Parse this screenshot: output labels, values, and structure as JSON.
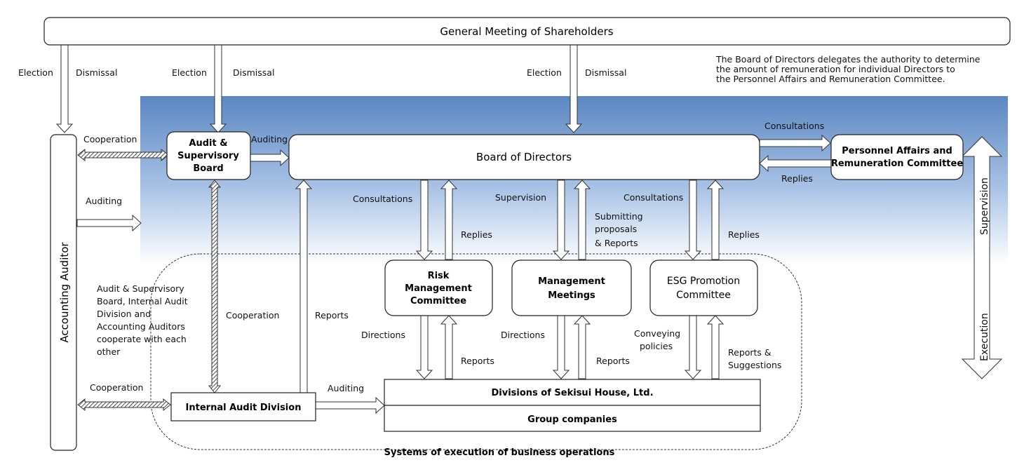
{
  "colors": {
    "band_top": "#5b87c2",
    "band_bottom": "#ffffff"
  },
  "shareholders": "General Meeting of Shareholders",
  "note": [
    "The Board of Directors delegates the authority to determine",
    "the amount of remuneration for individual Directors to",
    "the Personnel Affairs and Remuneration Committee."
  ],
  "boxes": {
    "accounting_auditor": "Accounting  Auditor",
    "audit_board": [
      "Audit &",
      "Supervisory",
      "Board"
    ],
    "board_of_directors": "Board of Directors",
    "personnel": [
      "Personnel Affairs and",
      "Remuneration Committee"
    ],
    "risk": [
      "Risk",
      "Management",
      "Committee"
    ],
    "management": [
      "Management",
      "Meetings"
    ],
    "esg": [
      "ESG Promotion",
      "Committee"
    ],
    "internal_audit": "Internal Audit Division",
    "divisions": "Divisions of  Sekisui House, Ltd.",
    "group": "Group companies"
  },
  "labels": {
    "election": "Election",
    "dismissal": "Dismissal",
    "cooperation": "Cooperation",
    "auditing": "Auditing",
    "consultations": "Consultations",
    "replies": "Replies",
    "supervision": "Supervision",
    "submitting": [
      "Submitting",
      "proposals",
      "& Reports"
    ],
    "reports": "Reports",
    "directions": "Directions",
    "conveying": [
      "Conveying",
      "policies"
    ],
    "reports_suggestions": [
      "Reports &",
      "Suggestions"
    ],
    "cooperate_note": [
      "Audit & Supervisory",
      "Board, Internal Audit",
      "Division and",
      "Accounting Auditors",
      "cooperate with each",
      "other"
    ],
    "execution": "Execution",
    "systems": "Systems of execution of business operations"
  }
}
